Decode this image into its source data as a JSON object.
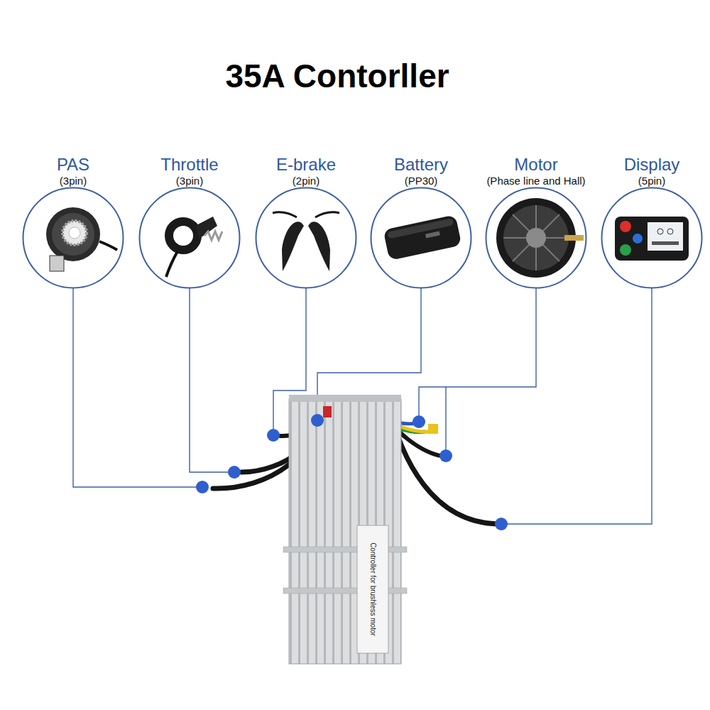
{
  "diagram": {
    "title": "35A Contorller",
    "nodes": [
      {
        "text": [
          "PAS",
          "(3pin)"
        ]
      },
      {
        "text": [
          "Throttle",
          "(3pin)"
        ]
      },
      {
        "text": [
          "E-brake",
          "(2pin)"
        ]
      },
      {
        "text": [
          "Battery",
          "(PP30)"
        ]
      },
      {
        "text": [
          "Motor",
          "(Phase line and Hall)"
        ]
      },
      {
        "text": [
          "Display",
          "(5pin)"
        ]
      },
      {
        "text": [
          "Controller for brushless motor"
        ]
      }
    ],
    "edges": [
      {
        "from": 0,
        "to": 6,
        "arrow": "none"
      },
      {
        "from": 1,
        "to": 6,
        "arrow": "none"
      },
      {
        "from": 2,
        "to": 6,
        "arrow": "none"
      },
      {
        "from": 3,
        "to": 6,
        "arrow": "none"
      },
      {
        "from": 4,
        "to": 6,
        "arrow": "none"
      },
      {
        "from": 5,
        "to": 6,
        "arrow": "none"
      }
    ]
  }
}
